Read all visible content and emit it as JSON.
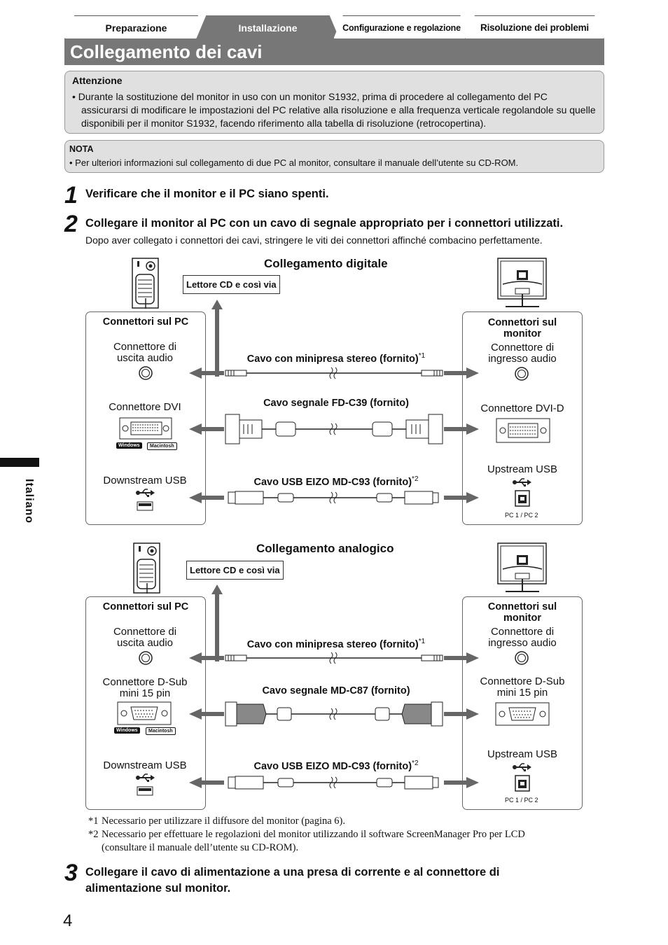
{
  "tabs": [
    "Preparazione",
    "Installazione",
    "Configurazione e regolazione",
    "Risoluzione dei problemi"
  ],
  "page_title": "Collegamento dei cavi",
  "attention": {
    "title": "Attenzione",
    "text": "• Durante la sostituzione del monitor in uso con un monitor S1932, prima di procedere al collegamento del PC assicurarsi di modificare le impostazioni del PC relative alla risoluzione e alla frequenza verticale regolandole su quelle disponibili per il monitor S1932, facendo riferimento alla tabella di risoluzione (retrocopertina)."
  },
  "note": {
    "title": "NOTA",
    "text": "• Per ulteriori informazioni sul collegamento di due PC al monitor, consultare il manuale dell’utente su CD-ROM."
  },
  "steps": {
    "s1_num": "1",
    "s1_text": "Verificare che il monitor e il PC siano spenti.",
    "s2_num": "2",
    "s2_text": "Collegare il monitor al PC con un cavo di segnale appropriato per i connettori utilizzati.",
    "s2_sub": "Dopo aver collegato i connettori dei cavi, stringere le viti dei connettori affinché combacino perfettamente.",
    "s3_num": "3",
    "s3_text_l1": "Collegare il cavo di alimentazione a una presa di corrente e al connettore di",
    "s3_text_l2": "alimentazione sul monitor."
  },
  "digital": {
    "title": "Collegamento digitale",
    "tag": "Lettore CD e così via",
    "pc_head": "Connettori sul PC",
    "mon_head_l1": "Connettori sul",
    "mon_head_l2": "monitor",
    "pc_audio_l1": "Connettore di",
    "pc_audio_l2": "uscita audio",
    "pc_video": "Connettore DVI",
    "pc_usb": "Downstream USB",
    "mon_audio_l1": "Connettore di",
    "mon_audio_l2": "ingresso audio",
    "mon_video": "Connettore DVI-D",
    "mon_usb": "Upstream USB",
    "cable_audio": "Cavo con minipresa stereo (fornito)",
    "cable_video": "Cavo segnale FD-C39 (fornito)",
    "cable_usb": "Cavo USB EIZO MD-C93 (fornito)",
    "sup1": "*1",
    "sup2": "*2",
    "badge_win": "Windows",
    "badge_mac": "Macintosh",
    "pc12": "PC 1 / PC 2"
  },
  "analog": {
    "title": "Collegamento analogico",
    "tag": "Lettore CD e così via",
    "pc_head": "Connettori sul PC",
    "mon_head_l1": "Connettori sul",
    "mon_head_l2": "monitor",
    "pc_audio_l1": "Connettore di",
    "pc_audio_l2": "uscita audio",
    "pc_video_l1": "Connettore D-Sub",
    "pc_video_l2": "mini 15 pin",
    "pc_usb": "Downstream USB",
    "mon_audio_l1": "Connettore di",
    "mon_audio_l2": "ingresso audio",
    "mon_video_l1": "Connettore D-Sub",
    "mon_video_l2": "mini 15 pin",
    "mon_usb": "Upstream USB",
    "cable_audio": "Cavo con minipresa stereo (fornito)",
    "cable_video": "Cavo segnale MD-C87 (fornito)",
    "cable_usb": "Cavo USB EIZO MD-C93 (fornito)",
    "sup1": "*1",
    "sup2": "*2",
    "badge_win": "Windows",
    "badge_mac": "Macintosh",
    "pc12": "PC 1 / PC 2"
  },
  "footnotes": {
    "f1_mark": "*1",
    "f1": "Necessario per utilizzare il diffusore del monitor (pagina 6).",
    "f2_mark": "*2",
    "f2_l1": "Necessario per effettuare le regolazioni del monitor utilizzando il software ScreenManager Pro per LCD",
    "f2_l2": "(consultare il manuale dell’utente su CD-ROM)."
  },
  "side_language": "Italiano",
  "page_number": "4"
}
